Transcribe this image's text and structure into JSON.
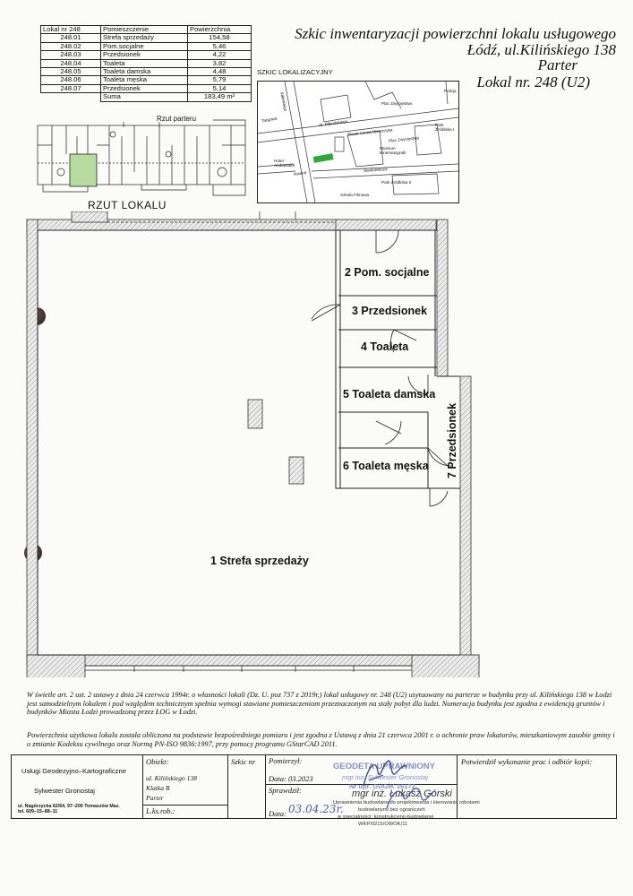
{
  "area_table": {
    "headers": [
      "Lokal nr 248",
      "Pomieszczenie",
      "Powierzchnia"
    ],
    "rows": [
      {
        "nr": "248.01",
        "name": "Strefa sprzedaży",
        "area": "154,58"
      },
      {
        "nr": "248.02",
        "name": "Pom.socjalne",
        "area": "5,46"
      },
      {
        "nr": "248.03",
        "name": "Przedsionek",
        "area": "4,22"
      },
      {
        "nr": "248.04",
        "name": "Toaleta",
        "area": "3,82"
      },
      {
        "nr": "248.05",
        "name": "Toaleta damska",
        "area": "4,48"
      },
      {
        "nr": "248.06",
        "name": "Toaleta męska",
        "area": "5,79"
      },
      {
        "nr": "248.07",
        "name": "Przedsionek",
        "area": "5,14"
      }
    ],
    "sum_label": "Suma",
    "sum_value": "183,49 m²"
  },
  "title": {
    "line1": "Szkic inwentaryzacji powierzchni lokalu usługowego",
    "line2": "Łódź, ul.Kilińskiego 138",
    "line3": "Parter",
    "line4": "Lokal  nr.  248 (U2)"
  },
  "location_sketch": {
    "heading": "SZKIC LOKALIZACYJNY",
    "labels": {
      "policja": "Policja",
      "plac_zwyciestwa_top": "Plac Zwycięstwa",
      "al_pilsudskiego": "Al. Piłsudskiego",
      "park_zrodliska": "Park Źródliska I",
      "plac_zwyciestwa_mid": "Plac Zwycięstwa",
      "skwer": "Skwer Leona Niemczyka",
      "muzeum": "Muzeum Kinematografii",
      "hotel": "Hotel Ambasador",
      "park_zrodliska2": "Park Źródliska II",
      "szkola": "Szkoła Filmowa",
      "kilinskiego": "Kilińskiego",
      "targowa": "Targowa",
      "nawrot": "Nawrot",
      "sienkiewicza": "Sienkiewicza"
    }
  },
  "ground_floor": {
    "caption": "Rzut parteru",
    "plan_title": "RZUT LOKALU"
  },
  "rooms": {
    "r1": "1 Strefa sprzedaży",
    "r2": "2 Pom. socjalne",
    "r3": "3 Przedsionek",
    "r4": "4 Toaleta",
    "r5": "5 Toaleta damska",
    "r6": "6 Toaleta męska",
    "r7": "7 Przedsionek"
  },
  "notes": {
    "p1": "W świetle art. 2 ust. 2 ustawy z dnia 24 czerwca 1994r. o własności lokali (Dz. U. poz 737 z 2019r.) lokal usługowy nr. 248 (U2) usytuowany na parterze w budynku przy  ul. Kilińskiego 138 w Łodzi jest samodzielnym lokalem i pod względem technicznym spełnia wymogi stawiane pomieszczeniom przeznaczonym na  stały pobyt dla ludzi.  Numeracja budynku jest zgodna z ewidencją gruntów i budynków Miasta Łodzi prowadzoną przez ŁOG w Łodzi.",
    "p2": "Powierzchnia użytkowa lokalu została obliczona na podstawie bezpośredniego pomiaru i jest zgodna z Ustawą z dnia 21 czerwca 2001 r. o ochronie praw lokatorów, mieszkaniowym zasobie gminy i o zmianie Kodeksu cywilnego oraz Normą PN-ISO 9836:1997, przy pomocy programu GStarCAD 2011."
  },
  "title_block": {
    "company": "Usługi Geodezyjno–Kartograficzne",
    "owner": "Sylwester Gronostaj",
    "address1": "ul. Nagórzycka 62/64,  97–200 Tomaszów Maz.",
    "address2": "tel. 609–15–88–11",
    "obiekt_label": "Obiekt:",
    "obiekt_line1": "ul. Kilińskiego 138",
    "obiekt_line2": "Klatka B",
    "obiekt_line3": "Parter",
    "szkic_label": "Szkic nr",
    "lksrob_label": "L.ks.rob.:",
    "pomierzyl_label": "Pomierzył:",
    "data_label1": "Data:  03.2023",
    "sprawdzil_label": "Sprawdził:",
    "data_label2": "Data:",
    "data_value2": "03.04.23r.",
    "potwierdzil_label": "Potwierdził wykonanie prac i odbiór kopii:",
    "stamp1_title": "GEODETA UPRAWNIONY",
    "stamp1_name": "mgr inż. Sylwester Gronostaj",
    "stamp1_nr": "Nr upr. GUGiK 16172",
    "stamp2_name": "mgr inż. Łukasz Górski",
    "stamp2_line1": "Uprawnienia budowlane do projektowania i kierowania robotami",
    "stamp2_line2": "budowlanymi bez ograniczeń",
    "stamp2_line3": "w specjalności: konstrukcyjno-budowlanej",
    "stamp2_line4": "WKP/0215/OWOK/11"
  },
  "colors": {
    "ink": "#111111",
    "stamp": "#6f7fb7",
    "highlight_green": "#2faa3a",
    "plan_green": "#b8dca0"
  }
}
